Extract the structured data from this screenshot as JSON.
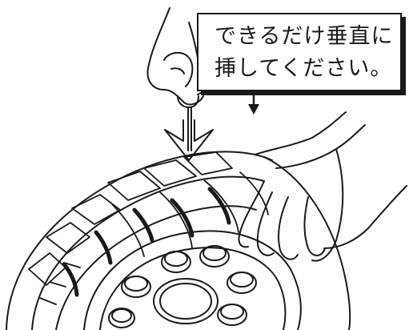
{
  "callout": {
    "line1": "できるだけ垂直に",
    "line2": "挿してください。"
  },
  "colors": {
    "ink": "#1a1a1a",
    "background": "#ffffff"
  },
  "icons": [
    "tire-illustration",
    "hand-icon",
    "repair-tool-icon",
    "insert-direction-arrow"
  ]
}
